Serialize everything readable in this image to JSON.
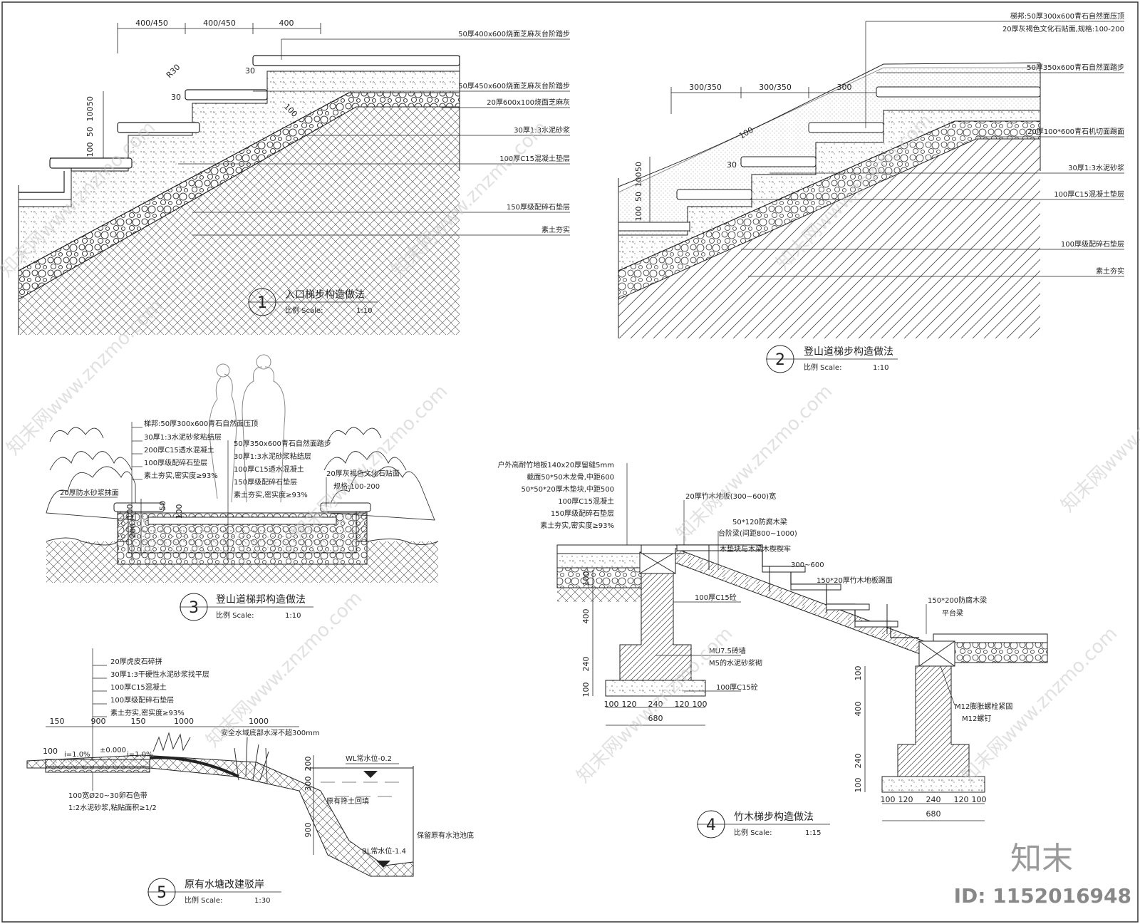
{
  "detail1": {
    "number": "1",
    "title": "入口梯步构造做法",
    "scale_label": "比例 Scale:",
    "scale": "1:10",
    "dims_top": [
      "400/450",
      "400/450",
      "400"
    ],
    "dims_left": [
      "50",
      "100",
      "50",
      "100"
    ],
    "annot": [
      "R30",
      "30",
      "30",
      "100"
    ],
    "labels": [
      "50厚400x600烧面芝麻灰台阶踏步",
      "50厚450x600烧面芝麻灰台阶踏步",
      "20厚600x100烧面芝麻灰",
      "30厚1:3水泥砂浆",
      "100厚C15混凝土垫层",
      "150厚级配碎石垫层",
      "素土夯实"
    ]
  },
  "detail2": {
    "number": "2",
    "title": "登山道梯步构造做法",
    "scale_label": "比例 Scale:",
    "scale": "1:10",
    "dims_top": [
      "300/350",
      "300/350",
      "300"
    ],
    "dims_left": [
      "50",
      "100",
      "50",
      "100"
    ],
    "annot": [
      "100",
      "30"
    ],
    "labels": [
      "梯邦:50厚300x600青石自然面压顶",
      "20厚灰褐色文化石贴面,规格:100-200",
      "50厚350x600青石自然面踏步",
      "20厚100*600青石机切面踢面",
      "30厚1:3水泥砂浆",
      "100厚C15混凝土垫层",
      "100厚级配碎石垫层",
      "素土夯实"
    ]
  },
  "detail3": {
    "number": "3",
    "title": "登山道梯邦构造做法",
    "scale_label": "比例 Scale:",
    "scale": "1:10",
    "labels_left": [
      "梯邦:50厚300x600青石自然面压顶",
      "30厚1:3水泥砂浆粘结层",
      "200厚C15透水混凝土",
      "100厚级配碎石垫层",
      "素土夯实,密实度≥93%"
    ],
    "labels_mid": [
      "50厚350x600青石自然面踏步",
      "30厚1:3水泥砂浆粘结层",
      "100厚C15透水混凝土",
      "150厚级配碎石垫层",
      "素土夯实,密实度≥93%"
    ],
    "label_right": [
      "20厚灰褐色文化石贴面",
      "规格:100-200"
    ],
    "label_left_low": "20厚防水砂浆抹面",
    "dims": [
      "50",
      "100",
      "200",
      "100"
    ]
  },
  "detail4": {
    "number": "4",
    "title": "竹木梯步构造做法",
    "scale_label": "比例 Scale:",
    "scale": "1:15",
    "labels_left": [
      "户外高耐竹地板140x20厚留缝5mm",
      "截面50*50木龙骨,中距600",
      "50*50*20厚木垫块,中距500",
      "100厚C15混凝土",
      "150厚级配碎石垫层",
      "素土夯实,密实度≥93%"
    ],
    "labels_mid": [
      "20厚竹木地板(300~600)宽",
      "50*120防腐木梁",
      "台阶梁(间距800~1000)",
      "木垫块与木梁木楔楔牢",
      "300~600",
      "150*20厚竹木地板踢面",
      "100厚C15砼",
      "MU7.5砖墙",
      "M5的水泥砂浆砌",
      "100厚C15砼"
    ],
    "labels_right": [
      "150*200防腐木梁",
      "平台梁",
      "M12膨胀螺栓紧固",
      "M12螺钉"
    ],
    "dims_v_left": [
      "100",
      "400",
      "240",
      "100"
    ],
    "dims_h_left": [
      "100",
      "120",
      "240",
      "120",
      "100"
    ],
    "total_left": "680",
    "dims_v_right": [
      "100",
      "400",
      "240",
      "100"
    ],
    "dims_h_right": [
      "100",
      "120",
      "240",
      "120",
      "100"
    ],
    "total_right": "680"
  },
  "detail5": {
    "number": "5",
    "title": "原有水塘改建驳岸",
    "scale_label": "比例 Scale:",
    "scale": "1:30",
    "labels_top": [
      "20厚虎皮石碎拼",
      "30厚1:3干硬性水泥砂浆找平层",
      "100厚C15混凝土",
      "100厚级配碎石垫层",
      "素土夯实,密实度≥93%"
    ],
    "dims_top": [
      "150",
      "900",
      "150",
      "1000",
      "1000"
    ],
    "note_top": "安全水域底部水深不超300mm",
    "slope1": "i=1.0%",
    "slope2": "i=1.0%",
    "level": "±0.000",
    "dim100": "100",
    "labels_bottom": [
      "100宽Ø20~30卵石色带",
      "1:2水泥砂浆,粘贴面积≥1/2"
    ],
    "water_level": "WL常水位-0.2",
    "backfill": "原有搀土回填",
    "bottom_level": "BL常水位-1.4",
    "keep_bottom": "保留原有水池池底",
    "dims_v": [
      "200",
      "300",
      "900"
    ]
  },
  "brand": "知末",
  "id_text": "ID: 1152016948",
  "watermark": "知末网www.znzmo.com"
}
